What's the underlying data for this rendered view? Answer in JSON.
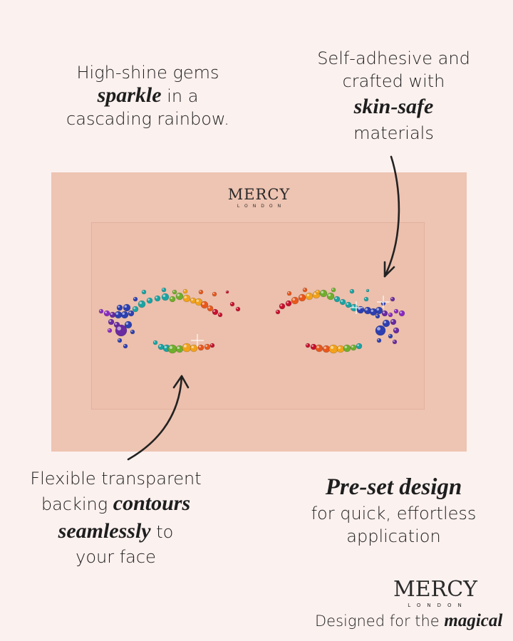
{
  "captions": {
    "top_left": {
      "line1": "High-shine gems",
      "emphasis": "sparkle",
      "line2_rest": " in a",
      "line3": "cascading rainbow."
    },
    "top_right": {
      "line1": "Self-adhesive and",
      "line2": "crafted with",
      "emphasis": "skin-safe",
      "line4": "materials"
    },
    "bottom_left": {
      "line1": "Flexible transparent",
      "line2_start": "backing ",
      "emphasis1": "contours",
      "emphasis2": "seamlessly",
      "line3_rest": " to",
      "line4": "your face"
    },
    "bottom_right": {
      "emphasis": "Pre-set design",
      "line2": "for quick, effortless",
      "line3": "application"
    }
  },
  "product_card": {
    "brand": "MERCY",
    "brand_sub": "LONDON"
  },
  "footer": {
    "brand": "MERCY",
    "brand_sub": "LONDON",
    "tagline_start": "Designed for the ",
    "tagline_emphasis": "magical"
  },
  "gem_colors": [
    "#c8102e",
    "#e8571b",
    "#f2a21b",
    "#6fae2c",
    "#1aa3a3",
    "#2d3fb0",
    "#6a2aa0",
    "#8a2ac0"
  ]
}
